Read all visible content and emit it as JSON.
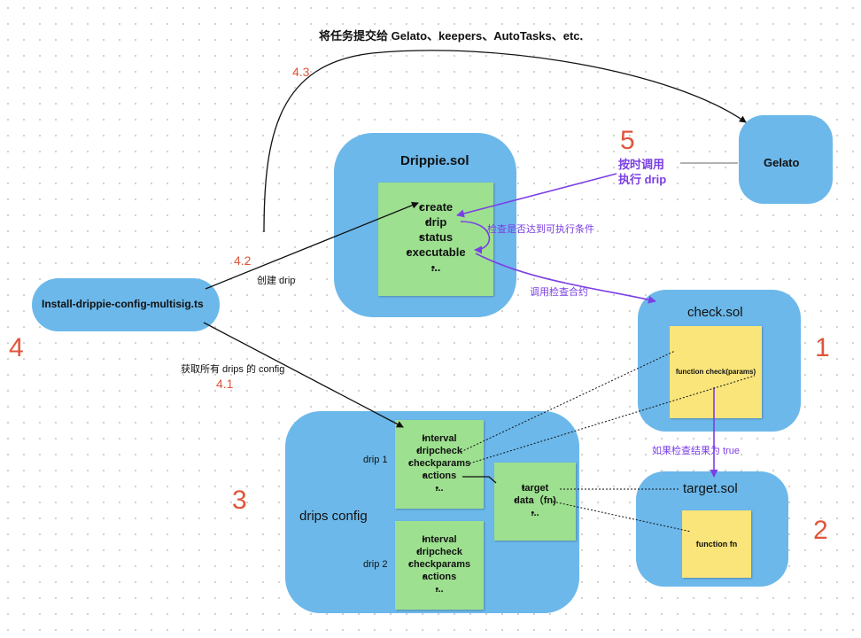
{
  "top_caption": "将任务提交给 Gelato、keepers、AutoTasks、etc.",
  "label_4_3": "4.3",
  "label_4_2": "4.2",
  "label_4_1": "4.1",
  "create_drip_label": "创建 drip",
  "fetch_config_label": "获取所有 drips 的 config",
  "drippie": {
    "title": "Drippie.sol",
    "items": [
      "create",
      "drip",
      "status",
      "executable",
      "..."
    ]
  },
  "check_condition_label": "检查是否达到可执行条件",
  "call_check_label": "调用检查合约",
  "gelato": {
    "title": "Gelato"
  },
  "step5": {
    "number": "5",
    "line1": "按时调用",
    "line2": "执行 drip"
  },
  "install": {
    "title": "Install-drippie-config-multisig.ts"
  },
  "check": {
    "title": "check.sol",
    "fn": "function check(params)"
  },
  "if_true_label": "如果检查结果为 true",
  "target": {
    "title": "target.sol",
    "fn": "function fn"
  },
  "drips_config": {
    "title": "drips config",
    "drip1_label": "drip 1",
    "drip2_label": "drip 2",
    "drip1_items": [
      "Interval",
      "dripcheck",
      "checkparams",
      "actions",
      "..."
    ],
    "drip2_items": [
      "Interval",
      "dripcheck",
      "checkparams",
      "actions",
      "..."
    ],
    "action_items": [
      "target",
      "data（fn)",
      "..."
    ]
  },
  "numbers": {
    "n1": "1",
    "n2": "2",
    "n3": "3",
    "n4": "4"
  },
  "colors": {
    "blob": "#6cb8ea",
    "green_note": "#9de08f",
    "yellow_note": "#fae57a",
    "red_number": "#e0553a",
    "purple_arrow": "#7b3fe4"
  }
}
